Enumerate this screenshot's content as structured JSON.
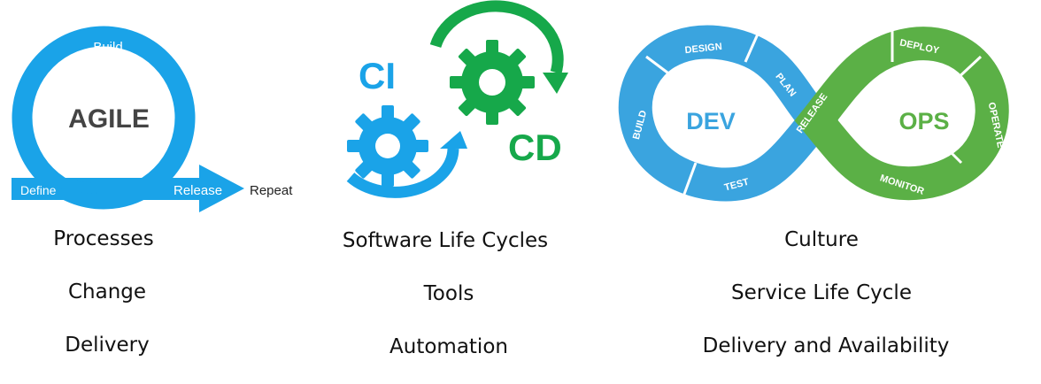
{
  "agile": {
    "center": "AGILE",
    "build": "Build",
    "define": "Define",
    "release": "Release",
    "repeat": "Repeat",
    "captions": [
      "Processes",
      "Change",
      "Delivery"
    ]
  },
  "cicd": {
    "ci": "CI",
    "cd": "CD",
    "captions": [
      "Software Life Cycles",
      "Tools",
      "Automation"
    ]
  },
  "devops": {
    "dev": "DEV",
    "ops": "OPS",
    "design": "DESIGN",
    "plan": "PLAN",
    "build": "BUILD",
    "test": "TEST",
    "release": "RELEASE",
    "deploy": "DEPLOY",
    "operate": "OPERATE",
    "monitor": "MONITOR",
    "captions": [
      "Culture",
      "Service Life Cycle",
      "Delivery and Availability"
    ]
  },
  "colors": {
    "blue": "#1aa3e8",
    "green": "#16a84a",
    "devops_blue": "#3aa4df",
    "devops_green": "#5bb046",
    "text": "#111111"
  }
}
